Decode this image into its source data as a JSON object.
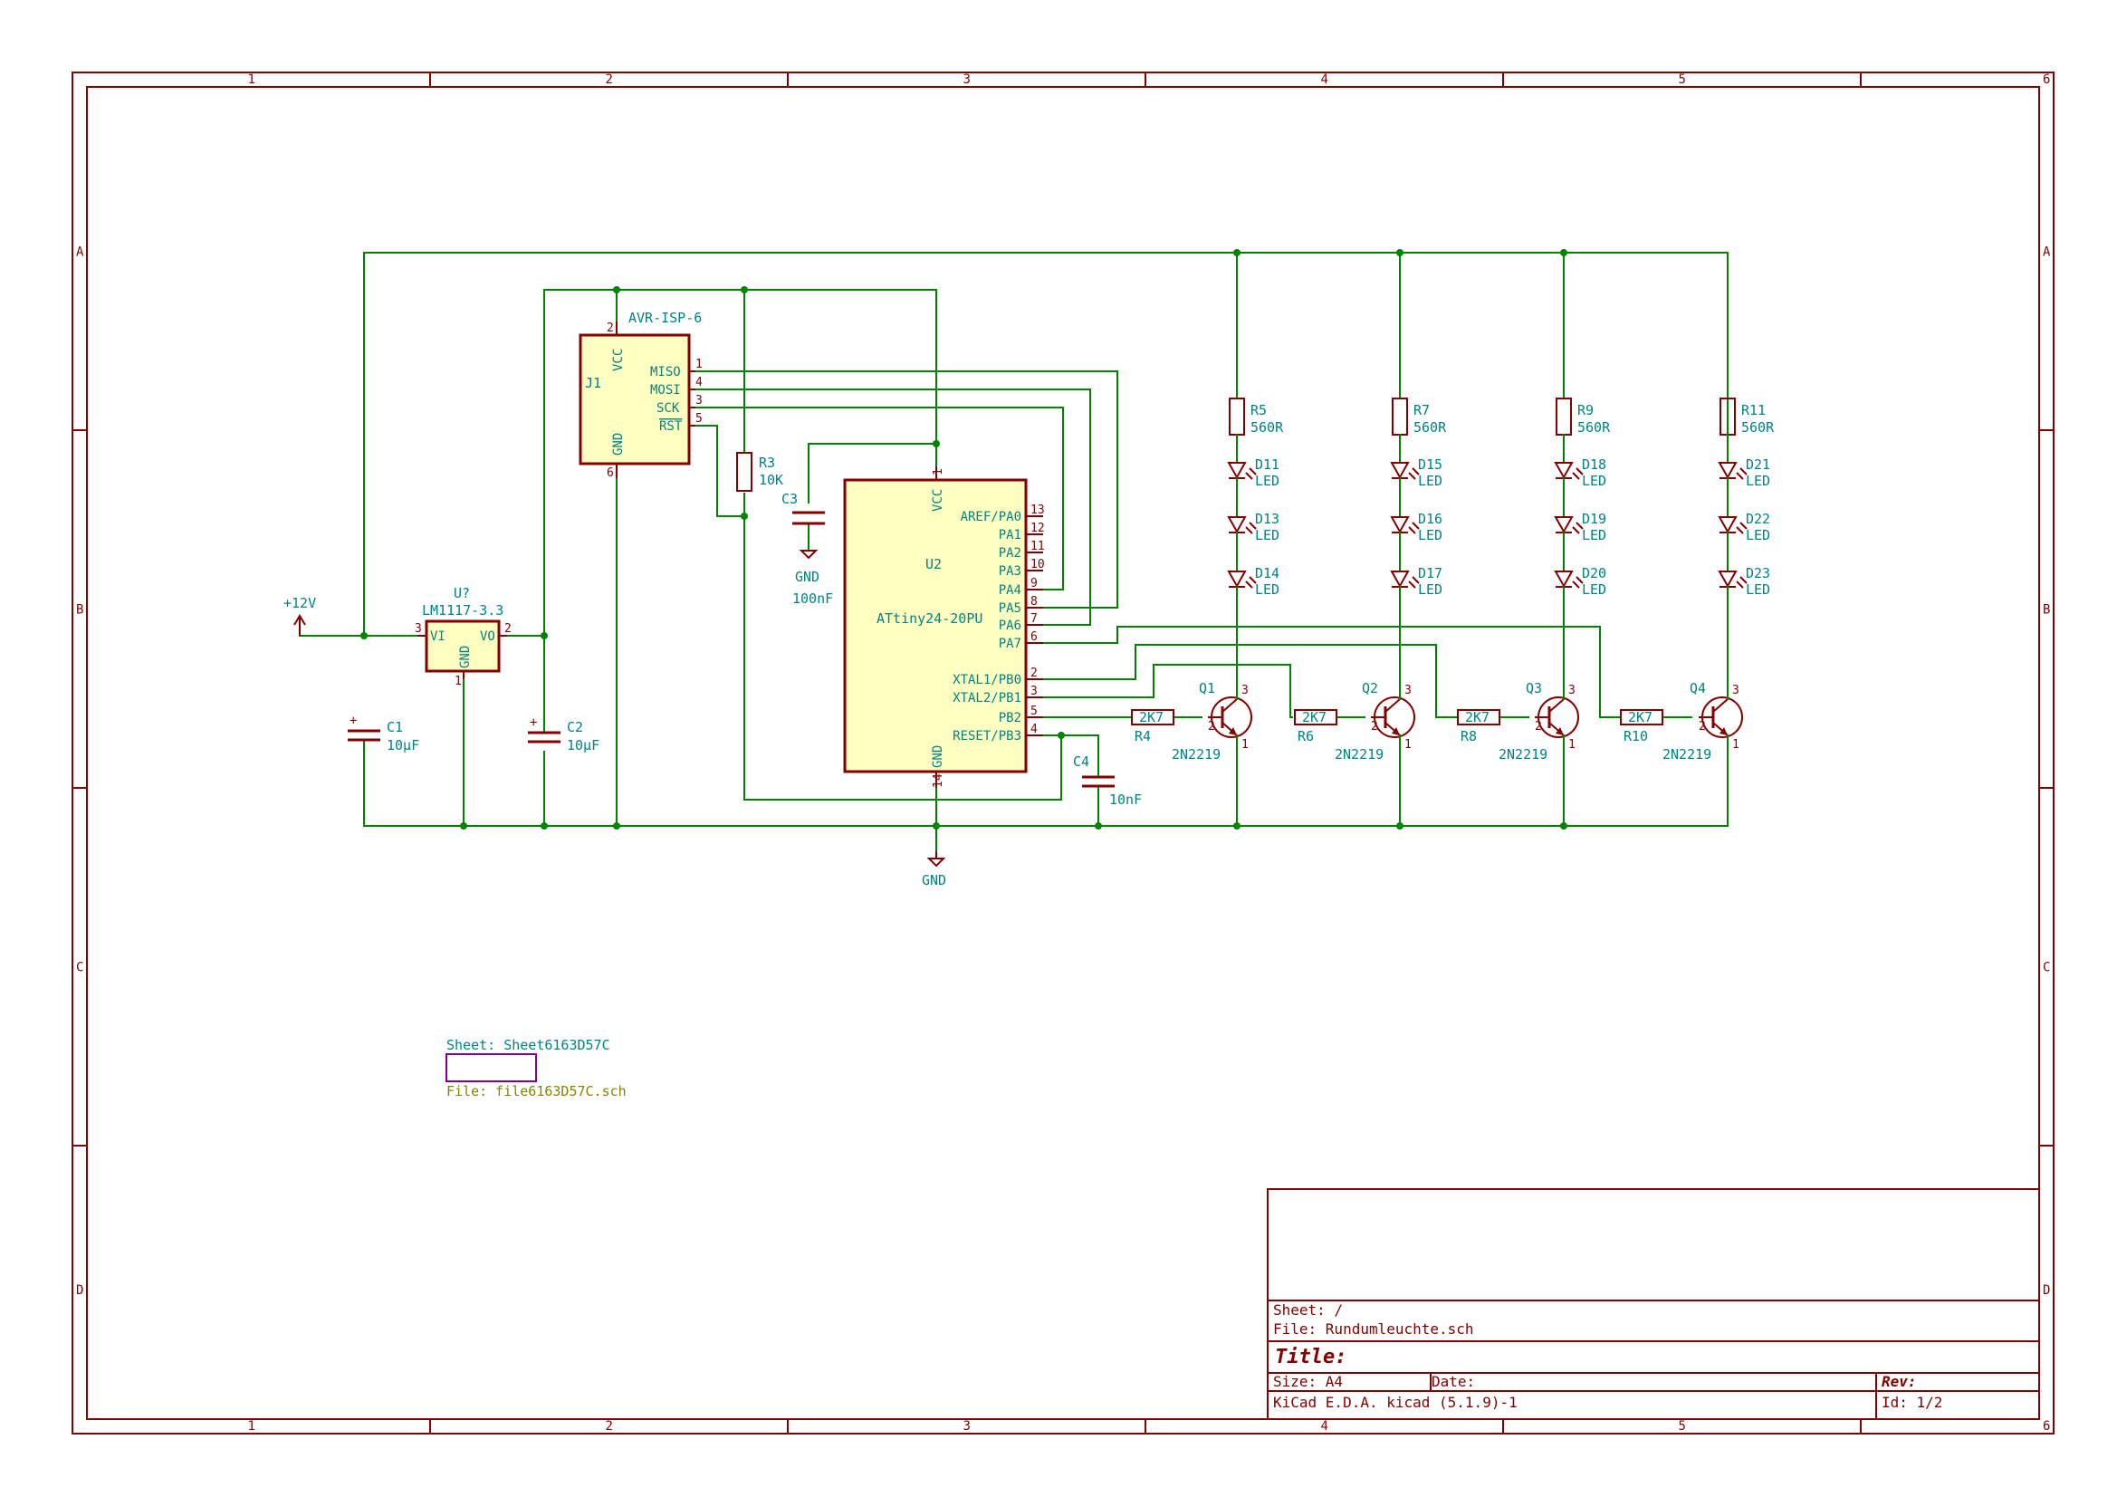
{
  "frame": {
    "columns": [
      "1",
      "2",
      "3",
      "4",
      "5",
      "6"
    ],
    "rows": [
      "A",
      "B",
      "C",
      "D"
    ]
  },
  "power": {
    "vin_label": "+12V",
    "gnd_label": "GND",
    "gnd_c3_label": "GND"
  },
  "regulator": {
    "ref": "U?",
    "value": "LM1117-3.3",
    "pin_vi": "VI",
    "pin_vo": "VO",
    "pin_gnd": "GND",
    "num_vi": "3",
    "num_vo": "2",
    "num_gnd": "1"
  },
  "capacitors": {
    "c1": {
      "ref": "C1",
      "value": "10µF"
    },
    "c2": {
      "ref": "C2",
      "value": "10µF"
    },
    "c3": {
      "ref": "C3",
      "value": "100nF"
    },
    "c4": {
      "ref": "C4",
      "value": "10nF"
    },
    "polarity": "+"
  },
  "r3": {
    "ref": "R3",
    "value": "10K"
  },
  "isp": {
    "ref": "J1",
    "value": "AVR-ISP-6",
    "pins": {
      "vcc": "VCC",
      "miso": "MISO",
      "mosi": "MOSI",
      "sck": "SCK",
      "rst": "RST",
      "gnd": "GND"
    },
    "nums": {
      "vcc": "2",
      "miso": "1",
      "mosi": "4",
      "sck": "3",
      "rst": "5",
      "gnd": "6"
    }
  },
  "mcu": {
    "ref": "U2",
    "value": "ATtiny24-20PU",
    "vcc": "VCC",
    "gnd": "GND",
    "vcc_num": "1",
    "gnd_num": "14",
    "pins": [
      {
        "name": "AREF/PA0",
        "num": "13"
      },
      {
        "name": "PA1",
        "num": "12"
      },
      {
        "name": "PA2",
        "num": "11"
      },
      {
        "name": "PA3",
        "num": "10"
      },
      {
        "name": "PA4",
        "num": "9"
      },
      {
        "name": "PA5",
        "num": "8"
      },
      {
        "name": "PA6",
        "num": "7"
      },
      {
        "name": "PA7",
        "num": "6"
      },
      {
        "name": "XTAL1/PB0",
        "num": "2"
      },
      {
        "name": "XTAL2/PB1",
        "num": "3"
      },
      {
        "name": "PB2",
        "num": "5"
      },
      {
        "name": "RESET/PB3",
        "num": "4"
      }
    ]
  },
  "channels": [
    {
      "res": {
        "ref": "R5",
        "value": "560R"
      },
      "leds": [
        {
          "ref": "D11",
          "value": "LED"
        },
        {
          "ref": "D13",
          "value": "LED"
        },
        {
          "ref": "D14",
          "value": "LED"
        }
      ],
      "base_res": {
        "ref": "R4",
        "value": "2K7"
      },
      "transistor": {
        "ref": "Q1",
        "value": "2N2219"
      }
    },
    {
      "res": {
        "ref": "R7",
        "value": "560R"
      },
      "leds": [
        {
          "ref": "D15",
          "value": "LED"
        },
        {
          "ref": "D16",
          "value": "LED"
        },
        {
          "ref": "D17",
          "value": "LED"
        }
      ],
      "base_res": {
        "ref": "R6",
        "value": "2K7"
      },
      "transistor": {
        "ref": "Q2",
        "value": "2N2219"
      }
    },
    {
      "res": {
        "ref": "R9",
        "value": "560R"
      },
      "leds": [
        {
          "ref": "D18",
          "value": "LED"
        },
        {
          "ref": "D19",
          "value": "LED"
        },
        {
          "ref": "D20",
          "value": "LED"
        }
      ],
      "base_res": {
        "ref": "R8",
        "value": "2K7"
      },
      "transistor": {
        "ref": "Q3",
        "value": "2N2219"
      }
    },
    {
      "res": {
        "ref": "R11",
        "value": "560R"
      },
      "leds": [
        {
          "ref": "D21",
          "value": "LED"
        },
        {
          "ref": "D22",
          "value": "LED"
        },
        {
          "ref": "D23",
          "value": "LED"
        }
      ],
      "base_res": {
        "ref": "R10",
        "value": "2K7"
      },
      "transistor": {
        "ref": "Q4",
        "value": "2N2219"
      }
    }
  ],
  "transistor_pins": {
    "c": "3",
    "b": "2",
    "e": "1"
  },
  "subsheet": {
    "name": "Sheet: Sheet6163D57C",
    "file": "File: file6163D57C.sch"
  },
  "title_block": {
    "sheet": "Sheet: /",
    "file": "File: Rundumleuchte.sch",
    "title": "Title:",
    "size": "Size: A4",
    "date": "Date:",
    "rev": "Rev:",
    "tool": "KiCad E.D.A.  kicad (5.1.9)-1",
    "id": "Id: 1/2"
  }
}
